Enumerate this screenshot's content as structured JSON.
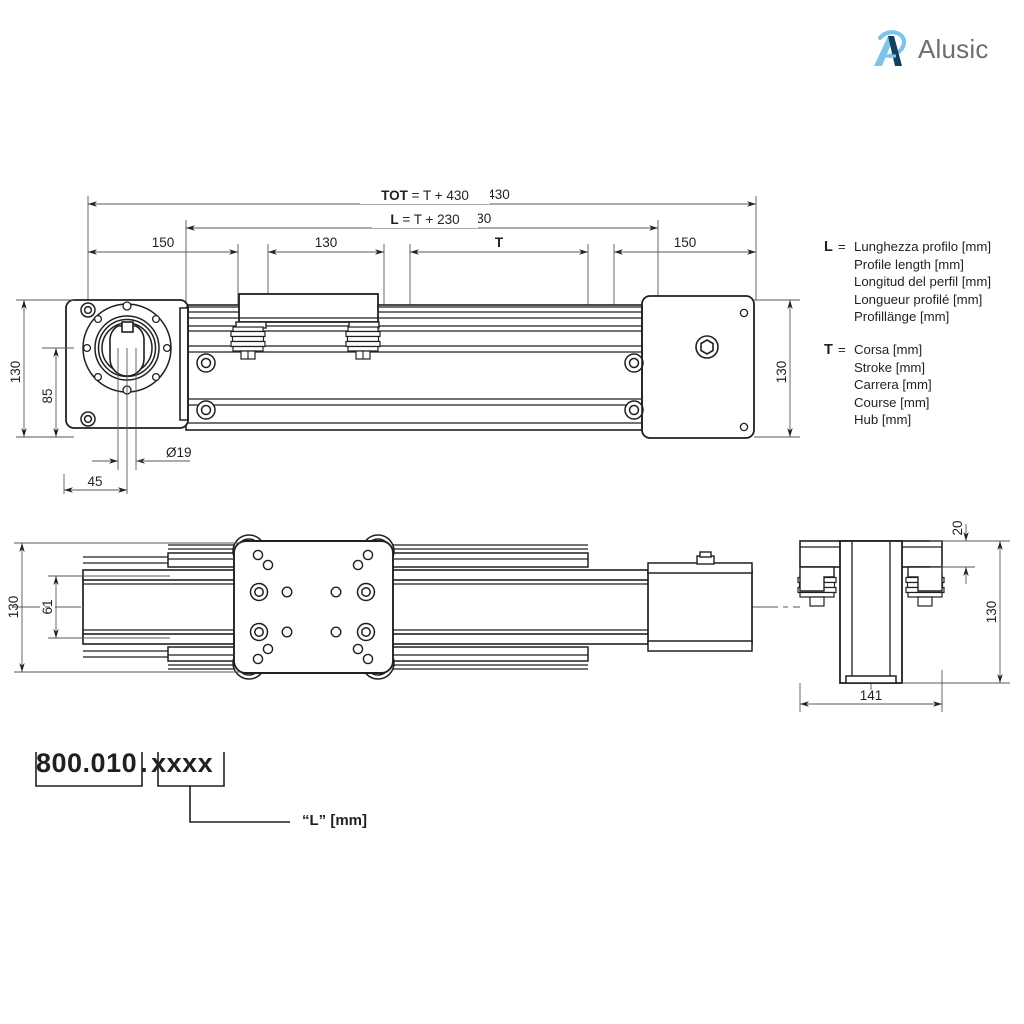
{
  "brand": {
    "name": "Alusic",
    "logo_icon": "alusic-a-logo",
    "logo_color_light": "#7ec4e8",
    "logo_color_dark": "#14405c",
    "wordmark_color": "#6d6e71"
  },
  "legend": {
    "groups": [
      {
        "symbol": "L",
        "equals": "=",
        "lines": [
          "Lunghezza profilo [mm]",
          "Profile length [mm]",
          "Longitud del perfil [mm]",
          "Longueur profilé [mm]",
          "Profillänge [mm]"
        ]
      },
      {
        "symbol": "T",
        "equals": "=",
        "lines": [
          "Corsa [mm]",
          "Stroke [mm]",
          "Carrera [mm]",
          "Course [mm]",
          "Hub [mm]"
        ]
      }
    ]
  },
  "dimensions": {
    "elevation": {
      "total": "TOT = T + 430",
      "total_bold_prefix": "TOT",
      "total_rest": " = T + 430",
      "profile": "L = T + 230",
      "profile_bold_prefix": "L",
      "profile_rest": " = T + 230",
      "left_segment": "150",
      "mid_segment": "130",
      "stroke_segment": "T",
      "right_segment": "150",
      "height_outer": "130",
      "height_inner": "85",
      "height_right": "130",
      "bore_diameter": "Ø19",
      "bore_offset": "45"
    },
    "plan": {
      "height_outer": "130",
      "height_inner": "61"
    },
    "section": {
      "top_offset": "20",
      "height": "130",
      "width": "141"
    }
  },
  "part_number": {
    "base": "800.010",
    "separator": ".",
    "variable": "xxxx",
    "callout": "“L” [mm]"
  },
  "colors": {
    "line": "#231f20",
    "thin_line": "#58595b",
    "background": "#ffffff"
  }
}
